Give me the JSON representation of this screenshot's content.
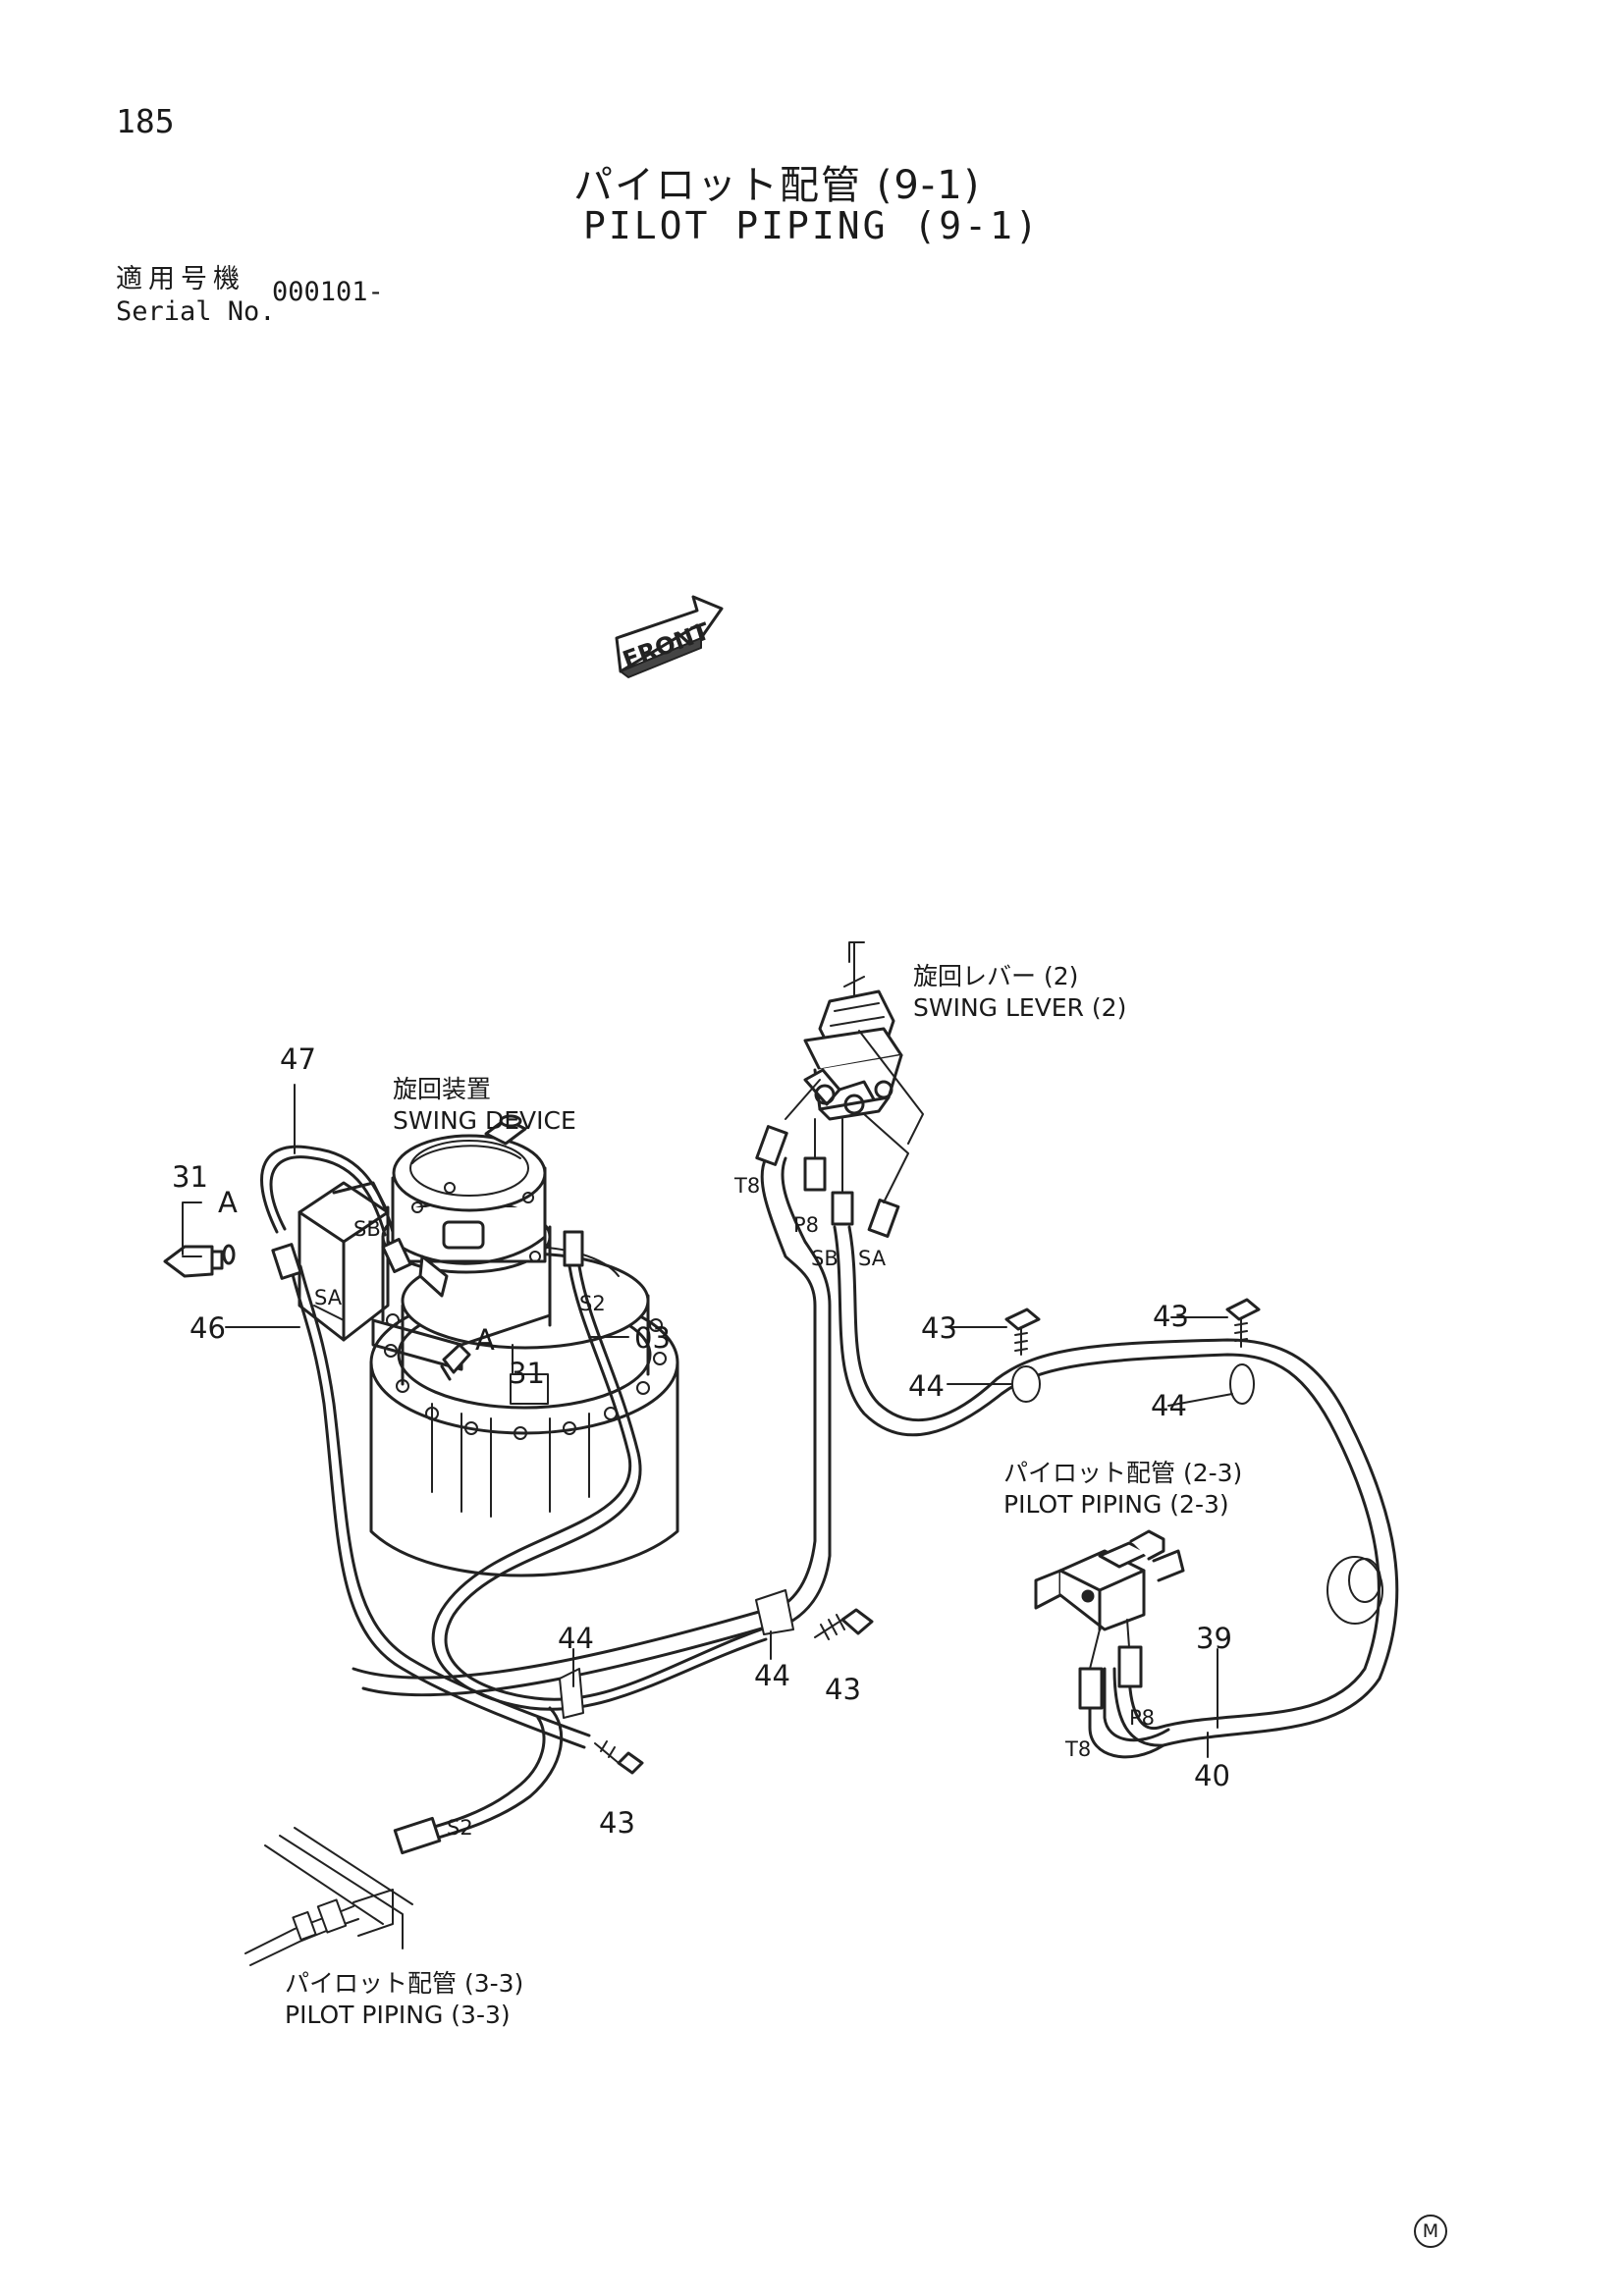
{
  "header": {
    "page_number": "185",
    "title_jp": "パイロット配管 (9-1)",
    "title_en": "PILOT PIPING (9-1)",
    "serial_label_jp": "適用号機",
    "serial_label_en": "Serial No.",
    "serial_value": "000101-"
  },
  "front_label": "FRONT",
  "components": {
    "swing_device_jp": "旋回装置",
    "swing_device_en": "SWING DEVICE",
    "swing_lever_jp": "旋回レバー (2)",
    "swing_lever_en": "SWING LEVER (2)",
    "pilot_2_3_jp": "パイロット配管 (2-3)",
    "pilot_2_3_en": "PILOT PIPING (2-3)",
    "pilot_3_3_jp": "パイロット配管 (3-3)",
    "pilot_3_3_en": "PILOT PIPING (3-3)"
  },
  "parts": {
    "p47": "47",
    "p31a": "31",
    "p31b": "31",
    "p46": "46",
    "p03": "03",
    "p43a": "43",
    "p43b": "43",
    "p43c": "43",
    "p43d": "43",
    "p44a": "44",
    "p44b": "44",
    "p44c": "44",
    "p44d": "44",
    "p39": "39",
    "p40": "40"
  },
  "ports": {
    "a1": "A",
    "a2": "A",
    "sb1": "SB",
    "sa1": "SA",
    "s2a": "S2",
    "s2b": "S2",
    "t8a": "T8",
    "p8a": "P8",
    "sb2": "SB",
    "sa2": "SA",
    "p8b": "P8",
    "t8b": "T8"
  },
  "footer_mark": "M"
}
